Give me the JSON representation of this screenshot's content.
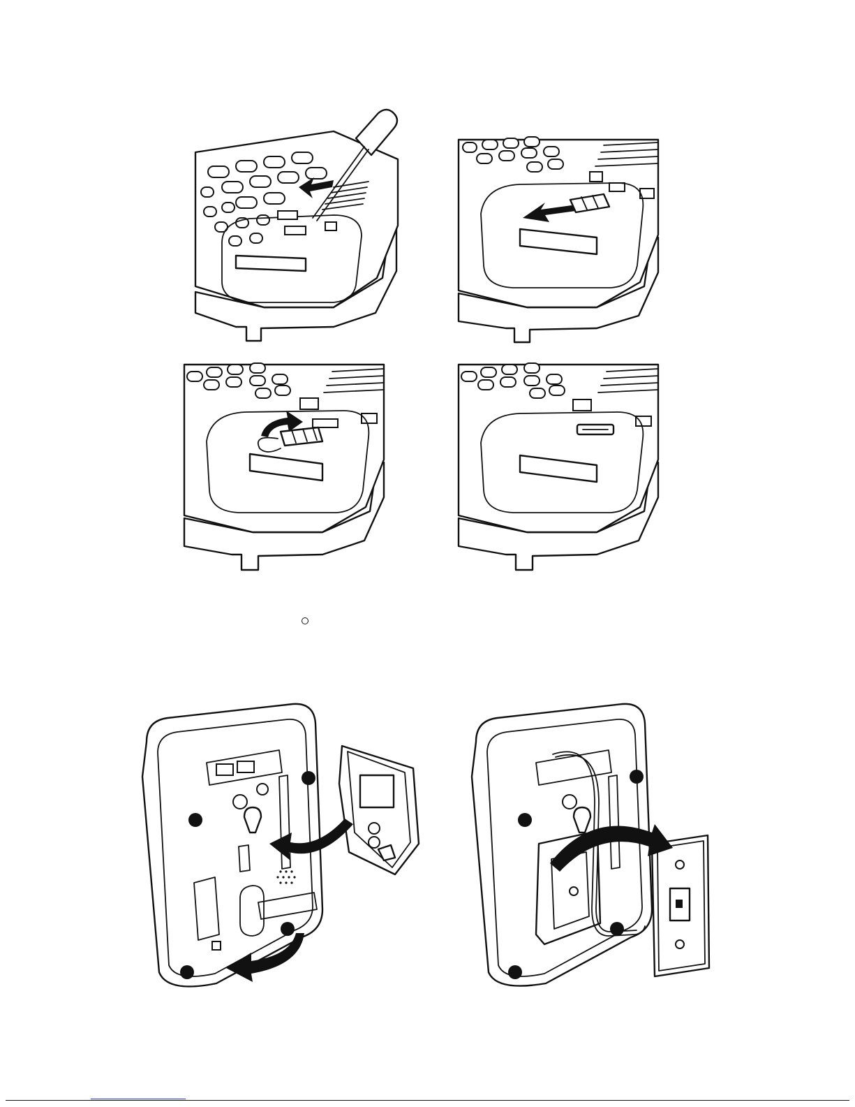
{
  "document": {
    "page_number": "",
    "figures": [
      {
        "id": "fig-1",
        "icon": "screwdriver-prying-cover-icon"
      },
      {
        "id": "fig-2",
        "icon": "remove-cover-arrow-icon"
      },
      {
        "id": "fig-3",
        "icon": "rotate-insert-cover-arrow-icon"
      },
      {
        "id": "fig-4",
        "icon": "cover-installed-icon"
      },
      {
        "id": "fig-5",
        "icon": "wall-bracket-attach-icon"
      },
      {
        "id": "fig-6",
        "icon": "wall-jack-mount-icon"
      }
    ],
    "colors": {
      "line_art": "#111111",
      "footer_link": "#2d3ac8"
    }
  }
}
